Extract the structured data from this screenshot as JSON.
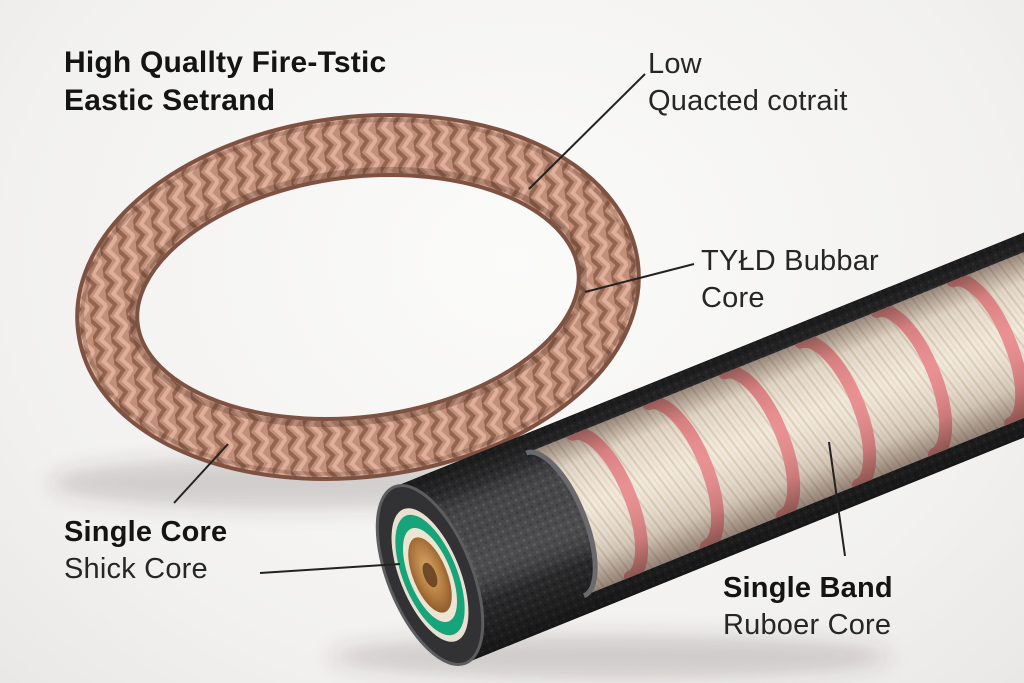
{
  "figure": {
    "type": "annotated-product-diagram",
    "subject": "braided elastic band loop and cutaway cord showing rubber core layers"
  },
  "annotations": {
    "title": {
      "line1": "High Quallty Fire-Tstic",
      "line2": "Eastic Setrand"
    },
    "low_quacted": {
      "line1": "Low",
      "line2": "Quacted cotrait"
    },
    "tyld_bubbar": {
      "line1": "TYŁD Bubbar",
      "line2": "Core"
    },
    "single_core": {
      "line1": "Single Core",
      "line2": "Shick Core"
    },
    "single_band": {
      "line1": "Single Band",
      "line2": "Ruboer Core"
    }
  },
  "colors": {
    "background": "#f2f1ef",
    "text_bold": "#141414",
    "text_regular": "#262626",
    "leader_line": "#222222",
    "braid": "#c28f7b",
    "braid_dark": "#7e5242",
    "braid_highlight": "#e0af99",
    "sleeve_knit": "#39393b",
    "inner_fiber": "#f1e8da",
    "band_wrap": "#e8898b",
    "teal_ring": "#17a47b",
    "core_fiber": "#b0793f"
  }
}
